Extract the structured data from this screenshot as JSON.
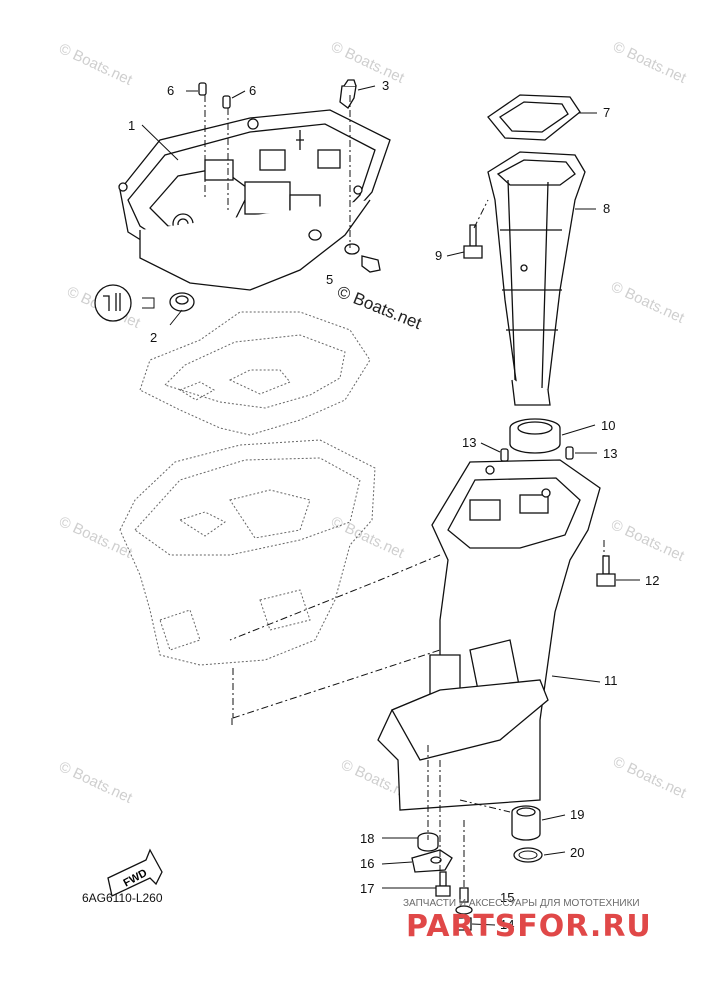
{
  "diagram": {
    "code": "6AG6110-L260",
    "fwd_label": "FWD",
    "copyright_caption": "© Boats.net",
    "watermark_text": "© Boats.net",
    "callouts": [
      {
        "id": "c1",
        "text": "1"
      },
      {
        "id": "c2",
        "text": "2"
      },
      {
        "id": "c3",
        "text": "3"
      },
      {
        "id": "c5",
        "text": "5"
      },
      {
        "id": "c6a",
        "text": "6"
      },
      {
        "id": "c6b",
        "text": "6"
      },
      {
        "id": "c7",
        "text": "7"
      },
      {
        "id": "c8",
        "text": "8"
      },
      {
        "id": "c9",
        "text": "9"
      },
      {
        "id": "c10",
        "text": "10"
      },
      {
        "id": "c11",
        "text": "11"
      },
      {
        "id": "c12",
        "text": "12"
      },
      {
        "id": "c13a",
        "text": "13"
      },
      {
        "id": "c13b",
        "text": "13"
      },
      {
        "id": "c14",
        "text": "14"
      },
      {
        "id": "c15",
        "text": "15"
      },
      {
        "id": "c16",
        "text": "16"
      },
      {
        "id": "c17",
        "text": "17"
      },
      {
        "id": "c18",
        "text": "18"
      },
      {
        "id": "c19",
        "text": "19"
      },
      {
        "id": "c20",
        "text": "20"
      }
    ]
  },
  "branding": {
    "tagline": "ЗАПЧАСТИ И АКСЕССУАРЫ ДЛЯ МОТОТЕХНИКИ",
    "logo_text": "PARTSFOR.RU"
  },
  "colors": {
    "line": "#111111",
    "watermark": "#cfcfcf",
    "brand_red": "#e04848"
  }
}
